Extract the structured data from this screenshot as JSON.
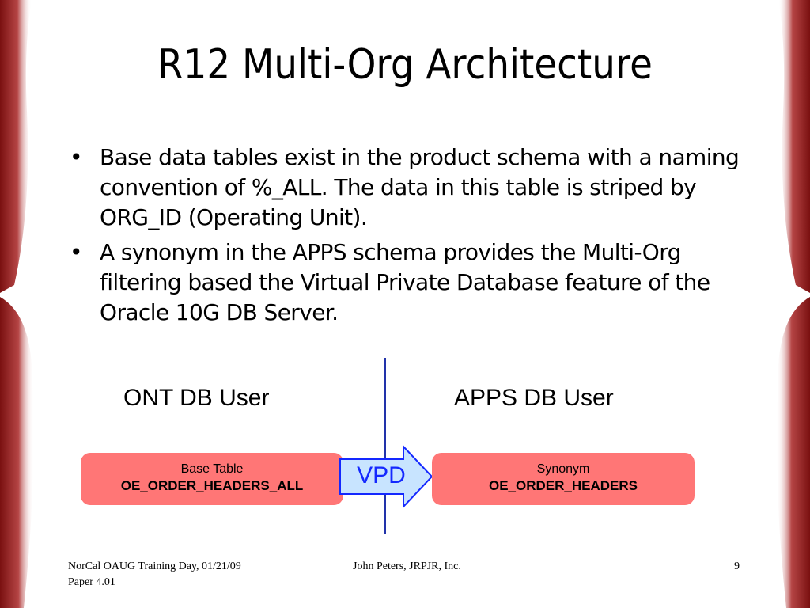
{
  "slide": {
    "title": "R12 Multi-Org Architecture",
    "bullets": [
      "Base data tables exist in the product schema with a naming convention of %_ALL.  The data in this table is striped by ORG_ID (Operating Unit).",
      "A synonym in the APPS schema provides the Multi-Org filtering based the Virtual Private Database feature of the Oracle 10G DB Server."
    ],
    "bullet_symbol": "•"
  },
  "diagram": {
    "left_label": "ONT DB User",
    "right_label": "APPS DB User",
    "left_box": {
      "line1": "Base Table",
      "line2": "OE_ORDER_HEADERS_ALL"
    },
    "right_box": {
      "line1": "Synonym",
      "line2": "OE_ORDER_HEADERS"
    },
    "arrow_label": "VPD",
    "colors": {
      "box": "#ff7676",
      "arrow_fill": "#c8e4ff",
      "arrow_text": "#1428ff",
      "divider": "#2233aa"
    }
  },
  "footer": {
    "left_line1": "NorCal OAUG Training Day, 01/21/09",
    "left_line2": "Paper  4.01",
    "center": "John Peters, JRPJR, Inc.",
    "page_number": "9"
  },
  "theme": {
    "curtain_color": "#8b1a1a"
  }
}
